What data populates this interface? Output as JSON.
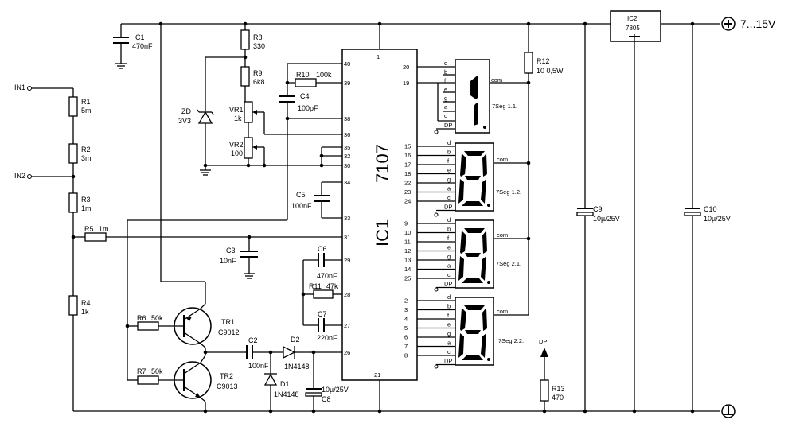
{
  "inputs": {
    "in1": "IN1",
    "in2": "IN2"
  },
  "rails": {
    "positive": "7...15V"
  },
  "capacitors": {
    "c1": {
      "name": "C1",
      "value": "470nF"
    },
    "c3": {
      "name": "C3",
      "value": "10nF"
    },
    "c4": {
      "name": "C4",
      "value": "100pF"
    },
    "c5": {
      "name": "C5",
      "value": "100nF"
    },
    "c6": {
      "name": "C6",
      "value": "470nF"
    },
    "c7": {
      "name": "C7",
      "value": "220nF"
    },
    "c2": {
      "name": "C2",
      "value": "100nF"
    },
    "c8": {
      "name": "C8",
      "value": "10µ/25V"
    },
    "c9": {
      "name": "C9",
      "value": "10µ/25V"
    },
    "c10": {
      "name": "C10",
      "value": "10µ/25V"
    }
  },
  "resistors": {
    "r1": {
      "name": "R1",
      "value": "5m"
    },
    "r2": {
      "name": "R2",
      "value": "3m"
    },
    "r3": {
      "name": "R3",
      "value": "1m"
    },
    "r4": {
      "name": "R4",
      "value": "1k"
    },
    "r5": {
      "name": "R5",
      "value": "1m"
    },
    "r6": {
      "name": "R6",
      "value": "50k"
    },
    "r7": {
      "name": "R7",
      "value": "50k"
    },
    "r8": {
      "name": "R8",
      "value": "330"
    },
    "r9": {
      "name": "R9",
      "value": "6k8"
    },
    "r10": {
      "name": "R10",
      "value": "100k"
    },
    "r11": {
      "name": "R11",
      "value": "47k"
    },
    "r12": {
      "name": "R12",
      "value": "10 0,5W"
    },
    "r13": {
      "name": "R13",
      "value": "470"
    }
  },
  "pots": {
    "vr1": {
      "name": "VR1",
      "value": "1k"
    },
    "vr2": {
      "name": "VR2",
      "value": "100"
    }
  },
  "zener": {
    "name": "ZD",
    "value": "3V3"
  },
  "diodes": {
    "d1": {
      "name": "D1",
      "value": "1N4148"
    },
    "d2": {
      "name": "D2",
      "value": "1N4148"
    }
  },
  "transistors": {
    "tr1": {
      "name": "TR1",
      "value": "C9012"
    },
    "tr2": {
      "name": "TR2",
      "value": "C9013"
    }
  },
  "ic1": {
    "name": "IC1",
    "part": "7107"
  },
  "ic2": {
    "name": "IC2",
    "part": "7805"
  },
  "ic1_pins": {
    "p40": "40",
    "p39": "39",
    "p38": "38",
    "p36": "36",
    "p35": "35",
    "p32": "32",
    "p30": "30",
    "p34": "34",
    "p33": "33",
    "p31": "31",
    "p29": "29",
    "p28": "28",
    "p27": "27",
    "p26": "26",
    "p1": "1",
    "p21": "21",
    "p20": "20",
    "p19": "19"
  },
  "segment_letters": [
    "d",
    "b",
    "f",
    "e",
    "g",
    "a",
    "c"
  ],
  "dp_label": "DP",
  "com_label": "com",
  "displays": [
    {
      "name": "7Seg 1.1.",
      "pins": [
        "20",
        "19"
      ]
    },
    {
      "name": "7Seg 1.2.",
      "pins": [
        "15",
        "16",
        "17",
        "18",
        "22",
        "23",
        "24"
      ]
    },
    {
      "name": "7Seg 2.1.",
      "pins": [
        "9",
        "10",
        "11",
        "12",
        "13",
        "14",
        "25"
      ]
    },
    {
      "name": "7Seg 2.2.",
      "pins": [
        "2",
        "3",
        "4",
        "5",
        "6",
        "7",
        "8"
      ]
    }
  ],
  "dp_output": "DP"
}
